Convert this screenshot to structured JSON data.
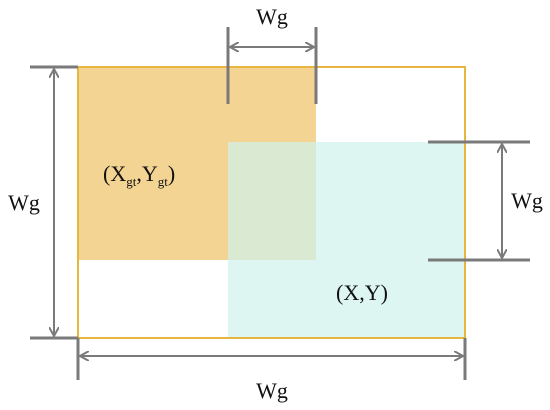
{
  "labels": {
    "top_dim": "Wg",
    "left_dim": "Wg",
    "right_dim": "Wg",
    "bottom_dim": "Wg",
    "gt_box": {
      "open": "(X",
      "sub1": "gt",
      "comma": ",Y",
      "sub2": "gt",
      "close": ")"
    },
    "pred_box": "(X,Y)"
  },
  "colors": {
    "outer_border": "#E7B63F",
    "gt_fill": "#F2CD7F",
    "pred_fill": "#CFF2EC",
    "dimension_line": "#7A7A7A",
    "text": "#111111"
  }
}
